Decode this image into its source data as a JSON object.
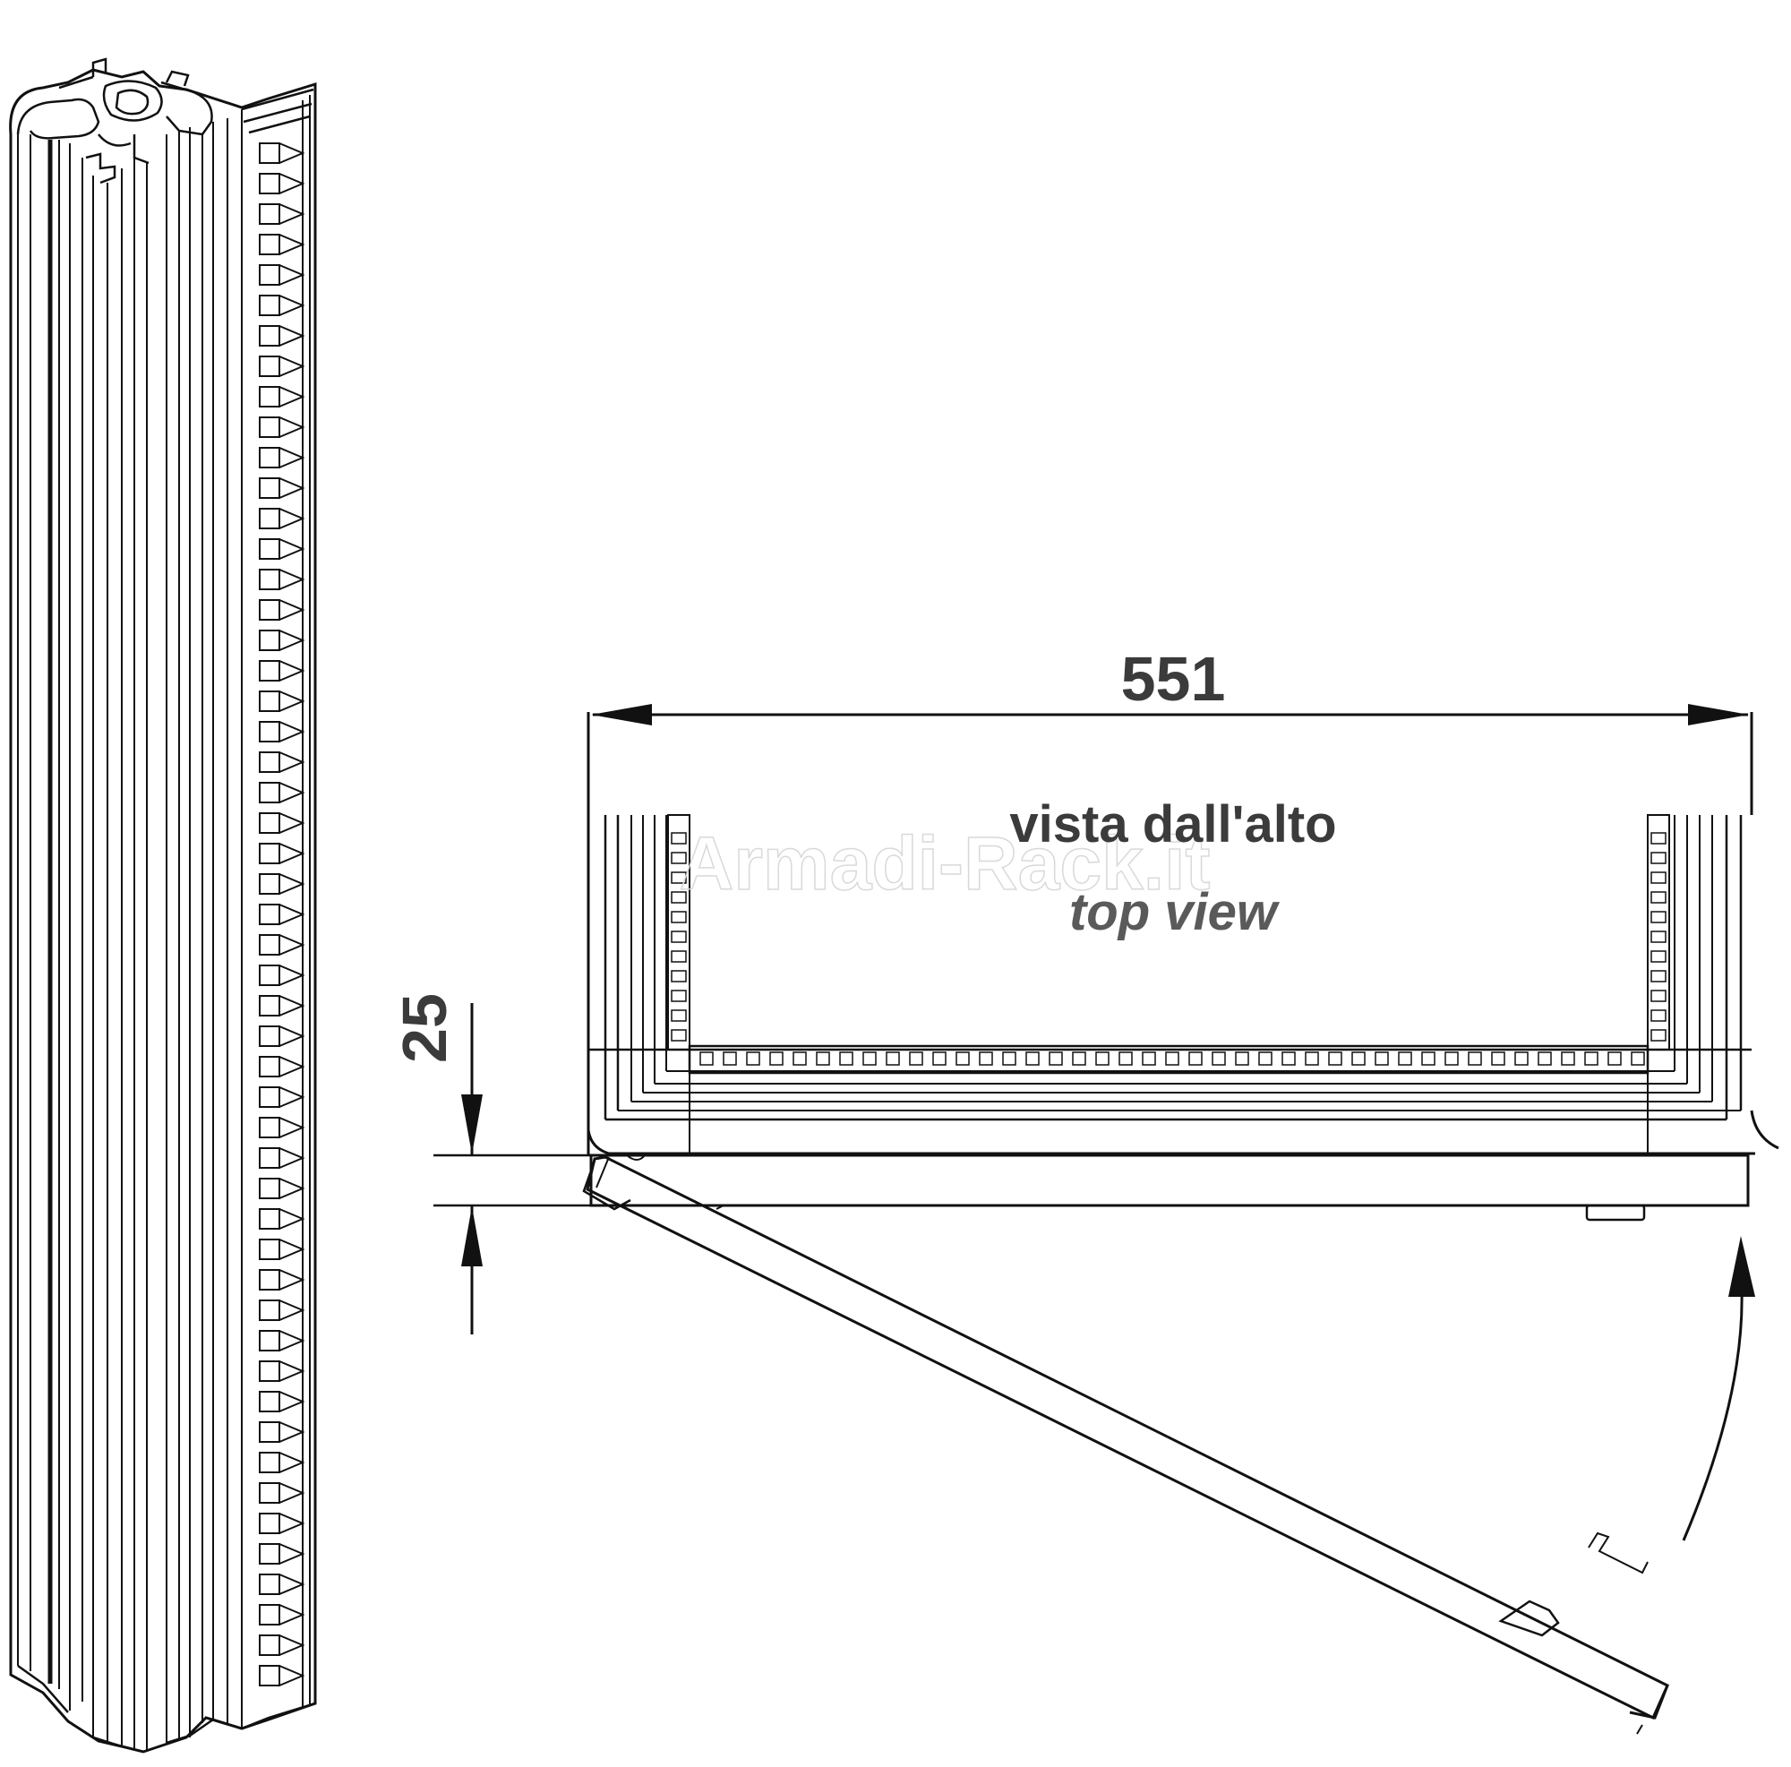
{
  "dimensions": {
    "width_label": "551",
    "offset_label": "25"
  },
  "top_view": {
    "title": "vista dall'alto",
    "subtitle": "top view"
  },
  "watermark": "Armadi-Rack.it",
  "colors": {
    "line": "#111111",
    "label": "#3b3b3b",
    "watermark": "#d9d9d9"
  }
}
